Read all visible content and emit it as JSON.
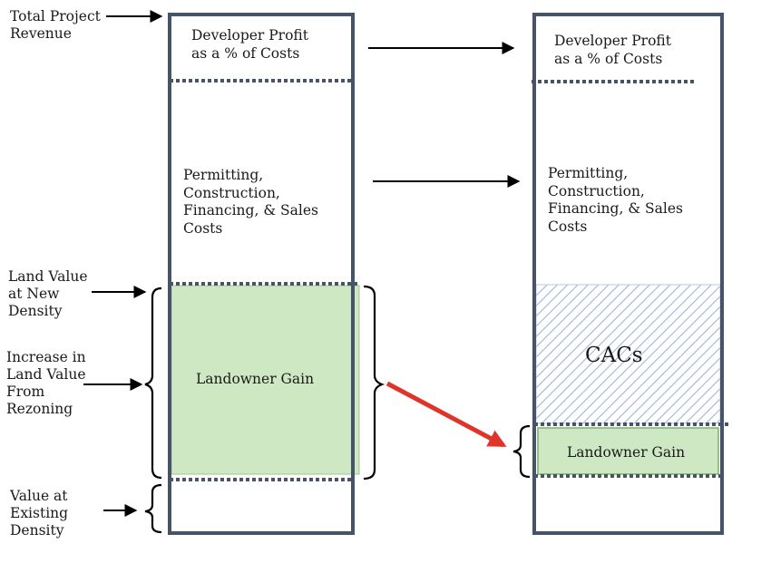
{
  "left_labels": {
    "total_revenue": "Total Project\nRevenue",
    "land_value_new": "Land Value\nat New\nDensity",
    "increase_land_value": "Increase in\nLand Value\nFrom\nRezoning",
    "value_existing": "Value at\nExisting\nDensity"
  },
  "before_column": {
    "profit": "Developer Profit\nas a % of Costs",
    "costs": "Permitting,\nConstruction,\nFinancing, & Sales\nCosts",
    "gain": "Landowner Gain"
  },
  "after_column": {
    "profit": "Developer Profit\nas a % of Costs",
    "costs": "Permitting,\nConstruction,\nFinancing, & Sales\nCosts",
    "cacs": "CACs",
    "gain": "Landowner Gain"
  },
  "colors": {
    "column_border": "#46546a",
    "dotted": "#46546a",
    "gain_fill": "#cfe8c4",
    "gain_border": "#7fae6b",
    "hatch": "#9fb5d6",
    "red_arrow": "#e0332a",
    "arrow": "#000000"
  }
}
